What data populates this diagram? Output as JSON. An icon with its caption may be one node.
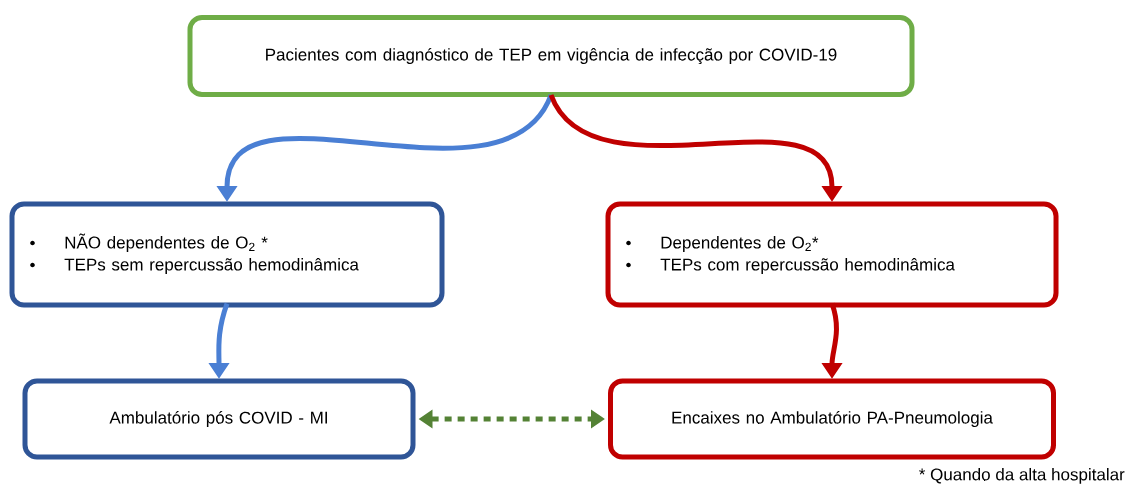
{
  "diagram": {
    "nodes": [
      {
        "text": [
          "Pacientes com diagnóstico de TEP em vigência de infecção por COVID-19"
        ]
      },
      {
        "text": [
          "NÃO dependentes de O$_{2}$ *",
          "TEPs sem repercussão hemodinâmica"
        ]
      },
      {
        "text": [
          "Dependentes de O$_{2}$*",
          "TEPs com repercussão hemodinâmica"
        ]
      },
      {
        "text": [
          "Ambulatório pós COVID - MI"
        ]
      },
      {
        "text": [
          "Encaixes no Ambulatório PA-Pneumologia"
        ]
      }
    ],
    "edges": [
      {
        "from": 0,
        "to": 1,
        "arrow": "to",
        "color": "#4a7fd4"
      },
      {
        "from": 0,
        "to": 2,
        "arrow": "to",
        "color": "#c00000"
      },
      {
        "from": 1,
        "to": 3,
        "arrow": "to",
        "color": "#4a7fd4"
      },
      {
        "from": 2,
        "to": 4,
        "arrow": "to",
        "color": "#c00000"
      },
      {
        "from": 3,
        "to": 4,
        "arrow": "both",
        "style": "dashed",
        "color": "#548235"
      }
    ],
    "labels": [
      "* Quando da alta hospitalar"
    ]
  }
}
